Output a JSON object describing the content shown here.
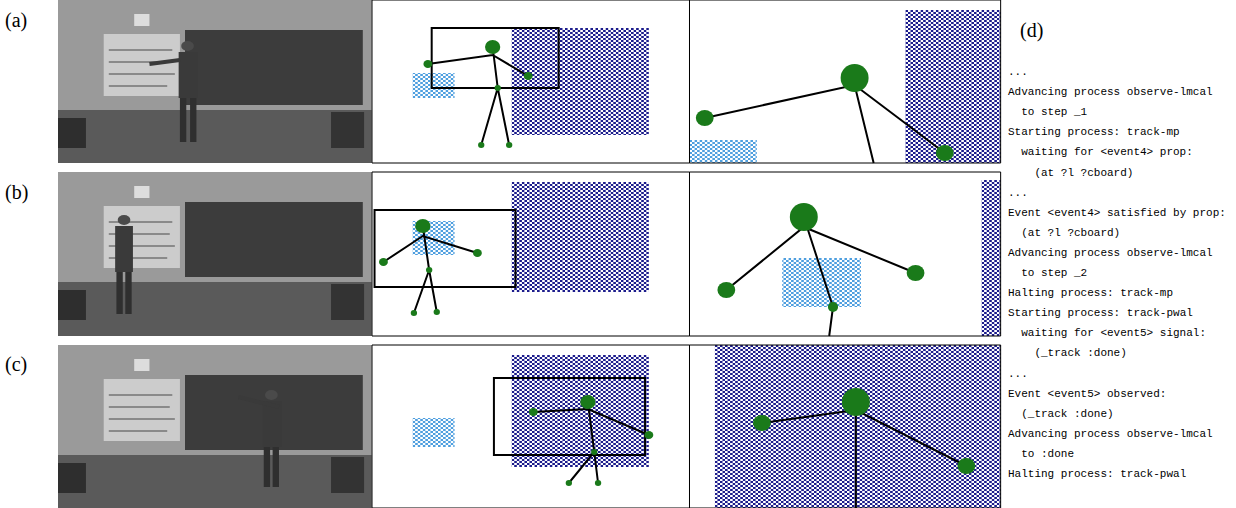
{
  "diagram": {
    "labels": [
      "(a)",
      "(b)",
      "(c)",
      "(d)",
      "...",
      "Advancing process observe-lmcal",
      "to step _1",
      "Starting process: track-mp",
      "waiting for <event4> prop:",
      "(at ?l ?cboard)",
      "...",
      "Event <event4> satisfied by prop:",
      "(at ?l ?cboard)",
      "Advancing process observe-lmcal",
      "to step _2",
      "Halting process: track-mp",
      "Starting process: track-pwal",
      "waiting for <event5> signal:",
      "(_track :done)",
      "...",
      "Event <event5> observed:",
      "(_track :done)",
      "Advancing process observe-lmcal",
      "to :done",
      "Halting process: track-pwal"
    ]
  }
}
